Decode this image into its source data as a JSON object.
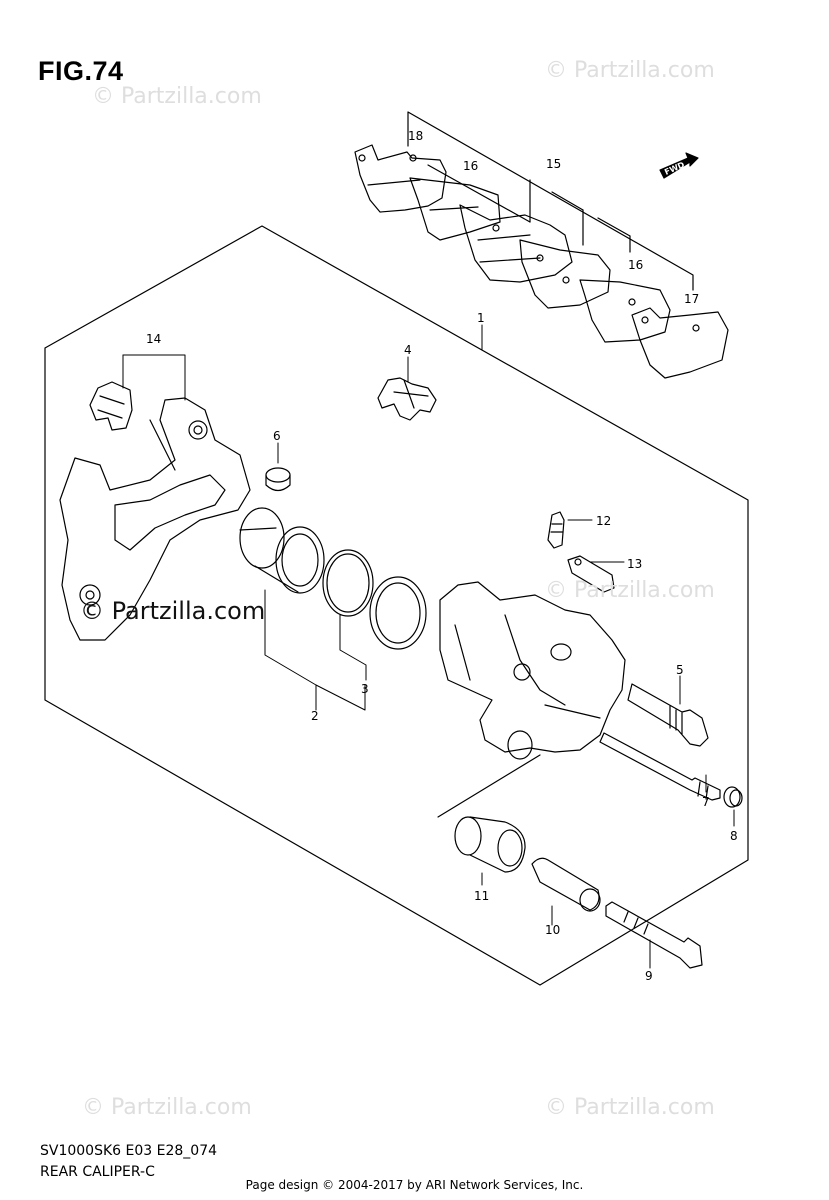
{
  "figure": {
    "title": "FIG.74",
    "model_code": "SV1000SK6 E03 E28_074",
    "section_name": "REAR CALIPER-C",
    "credit": "Page design © 2004-2017 by ARI Network Services, Inc."
  },
  "watermark": {
    "text": "© Partzilla.com",
    "main_text": "© Partzilla.com"
  },
  "fwd_label": "FWD",
  "callouts": [
    "1",
    "2",
    "3",
    "4",
    "5",
    "6",
    "7",
    "8",
    "9",
    "10",
    "11",
    "12",
    "13",
    "14",
    "15",
    "16",
    "16",
    "17",
    "18"
  ],
  "colors": {
    "line": "#000000",
    "watermark": "#dedede"
  }
}
